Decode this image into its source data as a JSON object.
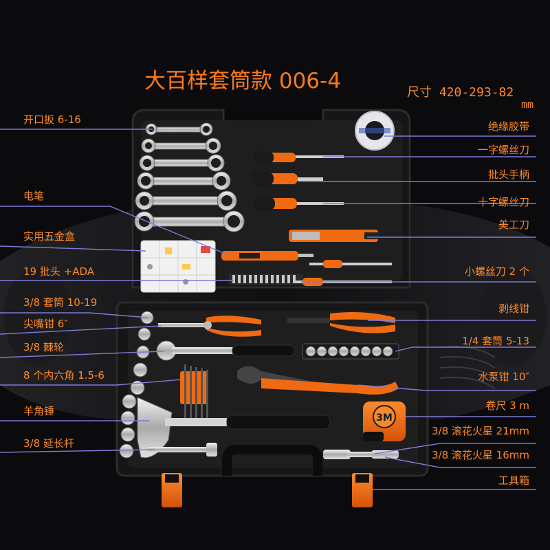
{
  "title": "大百样套筒款 006-4",
  "size_label": "尺寸 420-293-82",
  "size_unit": "mm",
  "colors": {
    "accent": "#ff8a2a",
    "line": "#7d7bd6",
    "case": "#151515",
    "tool_orange": "#f06a12"
  },
  "left_labels": [
    {
      "id": "open-wrench",
      "text": "开口扳 6-16"
    },
    {
      "id": "test-pen",
      "text": "电笔"
    },
    {
      "id": "hardware-box",
      "text": "实用五金盒"
    },
    {
      "id": "bits",
      "text": "19 批头 +ADA"
    },
    {
      "id": "socket-38",
      "text": "3/8 套筒 10-19"
    },
    {
      "id": "needle-pliers",
      "text": "尖嘴钳 6″"
    },
    {
      "id": "ratchet",
      "text": "3/8 棘轮"
    },
    {
      "id": "hex-keys",
      "text": "8 个内六角 1.5-6"
    },
    {
      "id": "claw-hammer",
      "text": "羊角锤"
    },
    {
      "id": "extension-bar",
      "text": "3/8 延长杆"
    }
  ],
  "right_labels": [
    {
      "id": "tape",
      "text": "绝缘胶带"
    },
    {
      "id": "flat-screwdriver",
      "text": "一字螺丝刀"
    },
    {
      "id": "bit-handle",
      "text": "批头手柄"
    },
    {
      "id": "cross-screwdriver",
      "text": "十字螺丝刀"
    },
    {
      "id": "utility-knife",
      "text": "美工刀"
    },
    {
      "id": "small-screwdriver",
      "text": "小螺丝刀 2 个"
    },
    {
      "id": "wire-stripper",
      "text": "剥线钳"
    },
    {
      "id": "socket-14",
      "text": "1/4 套筒 5-13"
    },
    {
      "id": "pump-pliers",
      "text": "水泵钳 10″"
    },
    {
      "id": "tape-measure",
      "text": "卷尺 3 m"
    },
    {
      "id": "spark-21",
      "text": "3/8 滚花火星 21mm"
    },
    {
      "id": "spark-16",
      "text": "3/8 滚花火星 16mm"
    },
    {
      "id": "tool-box",
      "text": "工具箱"
    }
  ],
  "tape_measure_brand": "3M"
}
